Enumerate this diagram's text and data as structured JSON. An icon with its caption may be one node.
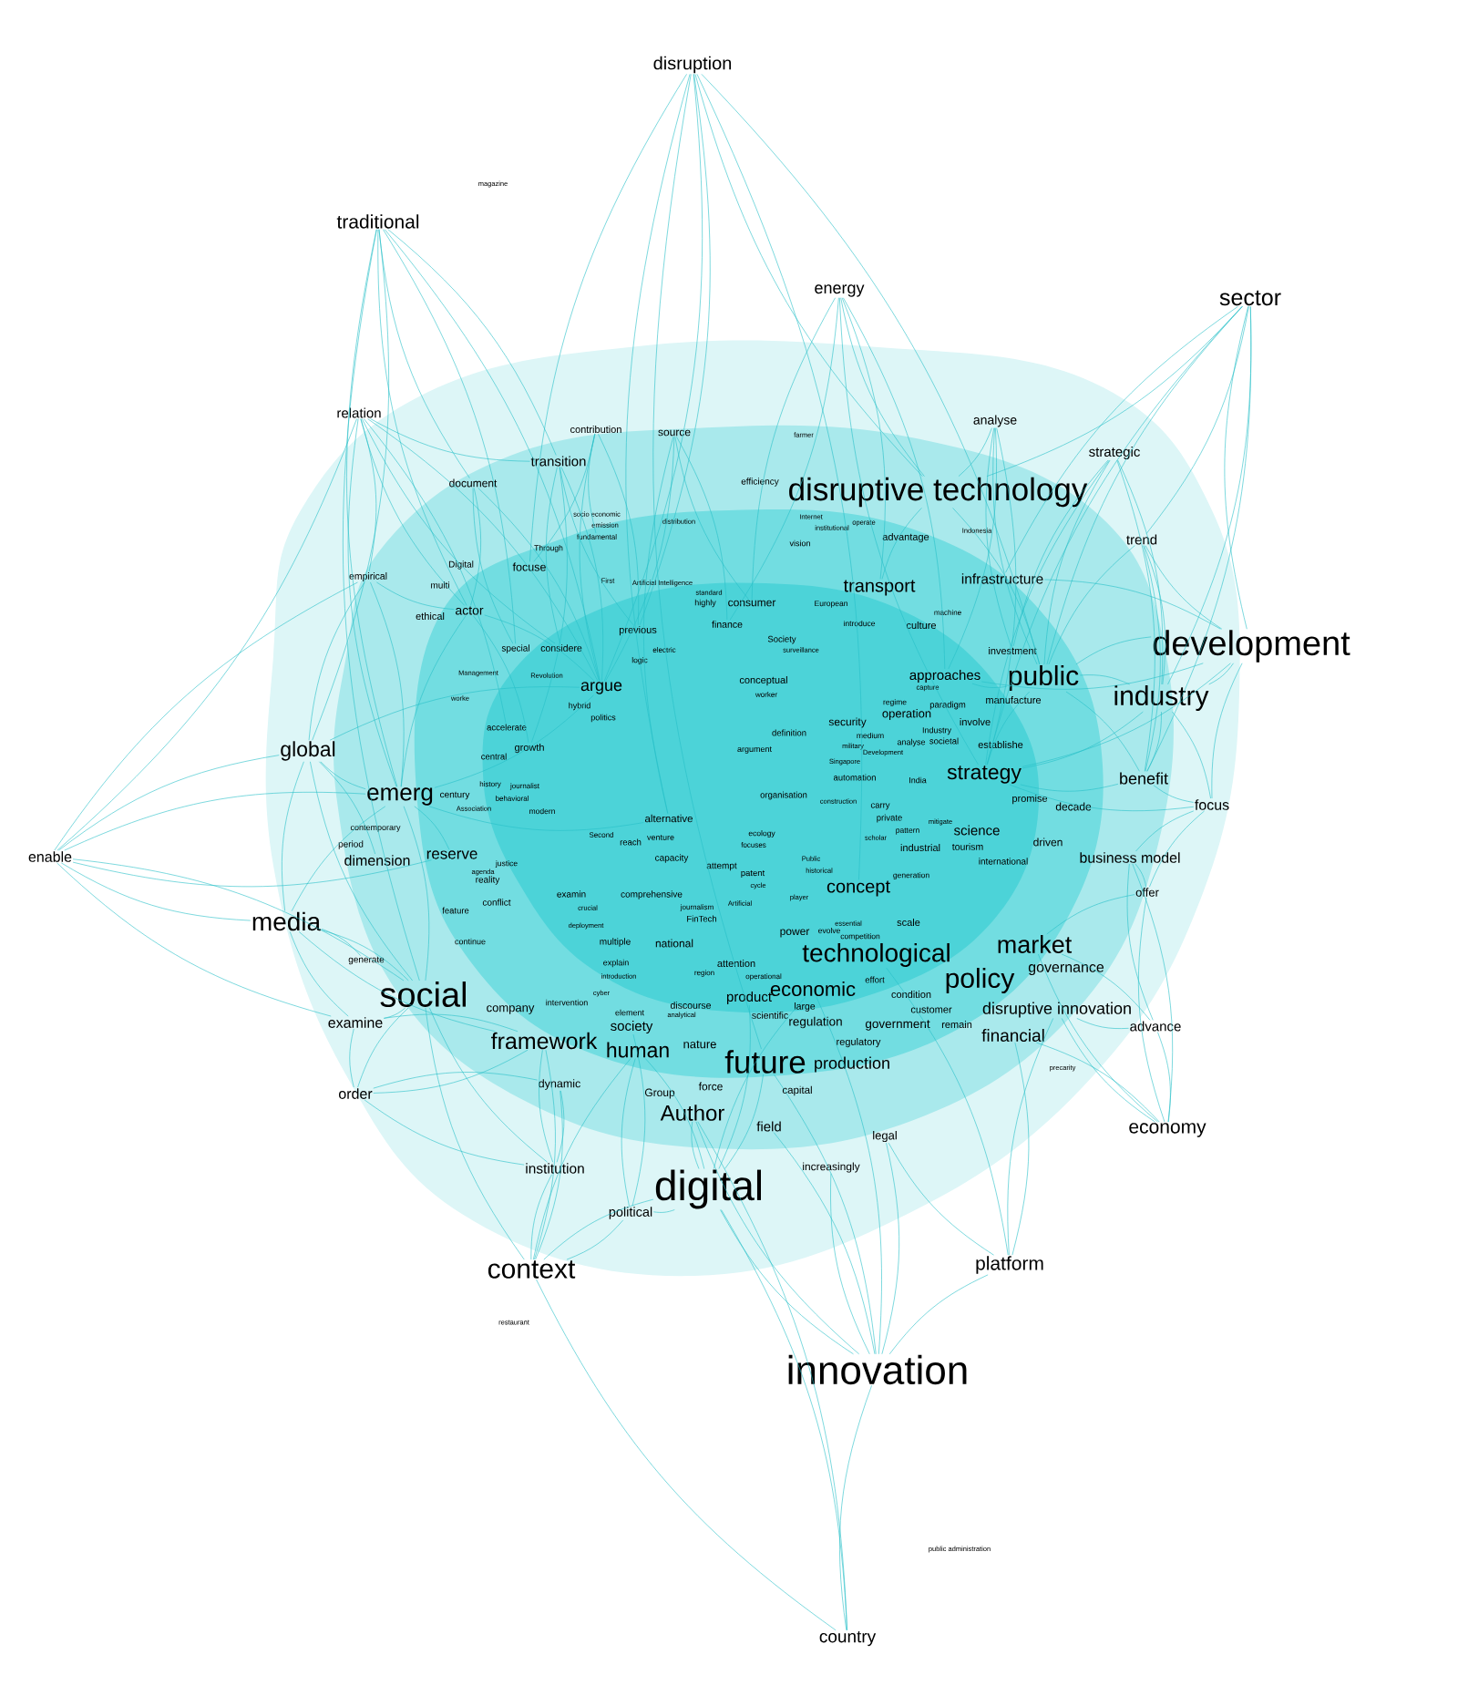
{
  "diagram": {
    "nodes": [
      {
        "text": [
          "disruption"
        ]
      },
      {
        "text": [
          "magazine"
        ]
      },
      {
        "text": [
          "traditional"
        ]
      },
      {
        "text": [
          "energy"
        ]
      },
      {
        "text": [
          "sector"
        ]
      },
      {
        "text": [
          "relation"
        ]
      },
      {
        "text": [
          "analyse"
        ]
      },
      {
        "text": [
          "contribution"
        ]
      },
      {
        "text": [
          "source"
        ]
      },
      {
        "text": [
          "farmer"
        ]
      },
      {
        "text": [
          "strategic"
        ]
      },
      {
        "text": [
          "transition"
        ]
      },
      {
        "text": [
          "efficiency"
        ]
      },
      {
        "text": [
          "document"
        ]
      },
      {
        "text": [
          "disruptive technology"
        ]
      },
      {
        "text": [
          "Internet"
        ]
      },
      {
        "text": [
          "operate"
        ]
      },
      {
        "text": [
          "institutional"
        ]
      },
      {
        "text": [
          "socio economic"
        ]
      },
      {
        "text": [
          "distribution"
        ]
      },
      {
        "text": [
          "emission"
        ]
      },
      {
        "text": [
          "Indonesia"
        ]
      },
      {
        "text": [
          "fundamental"
        ]
      },
      {
        "text": [
          "advantage"
        ]
      },
      {
        "text": [
          "trend"
        ]
      },
      {
        "text": [
          "vision"
        ]
      },
      {
        "text": [
          "Through"
        ]
      },
      {
        "text": [
          "Digital"
        ]
      },
      {
        "text": [
          "focuse"
        ]
      },
      {
        "text": [
          "empirical"
        ]
      },
      {
        "text": [
          "infrastructure"
        ]
      },
      {
        "text": [
          "First"
        ]
      },
      {
        "text": [
          "Artificial Intelligence"
        ]
      },
      {
        "text": [
          "multi"
        ]
      },
      {
        "text": [
          "transport"
        ]
      },
      {
        "text": [
          "standard"
        ]
      },
      {
        "text": [
          "European"
        ]
      },
      {
        "text": [
          "highly"
        ]
      },
      {
        "text": [
          "consumer"
        ]
      },
      {
        "text": [
          "actor"
        ]
      },
      {
        "text": [
          "ethical"
        ]
      },
      {
        "text": [
          "machine"
        ]
      },
      {
        "text": [
          "introduce"
        ]
      },
      {
        "text": [
          "culture"
        ]
      },
      {
        "text": [
          "finance"
        ]
      },
      {
        "text": [
          "previous"
        ]
      },
      {
        "text": [
          "Society"
        ]
      },
      {
        "text": [
          "development"
        ]
      },
      {
        "text": [
          "considere"
        ]
      },
      {
        "text": [
          "special"
        ]
      },
      {
        "text": [
          "surveillance"
        ]
      },
      {
        "text": [
          "electric"
        ]
      },
      {
        "text": [
          "investment"
        ]
      },
      {
        "text": [
          "logic"
        ]
      },
      {
        "text": [
          "Management"
        ]
      },
      {
        "text": [
          "Revolution"
        ]
      },
      {
        "text": [
          "approaches"
        ]
      },
      {
        "text": [
          "public"
        ]
      },
      {
        "text": [
          "conceptual"
        ]
      },
      {
        "text": [
          "capture"
        ]
      },
      {
        "text": [
          "argue"
        ]
      },
      {
        "text": [
          "worker"
        ]
      },
      {
        "text": [
          "worke"
        ]
      },
      {
        "text": [
          "industry"
        ]
      },
      {
        "text": [
          "manufacture"
        ]
      },
      {
        "text": [
          "regime"
        ]
      },
      {
        "text": [
          "paradigm"
        ]
      },
      {
        "text": [
          "hybrid"
        ]
      },
      {
        "text": [
          "politics"
        ]
      },
      {
        "text": [
          "operation"
        ]
      },
      {
        "text": [
          "security"
        ]
      },
      {
        "text": [
          "involve"
        ]
      },
      {
        "text": [
          "Industry"
        ]
      },
      {
        "text": [
          "accelerate"
        ]
      },
      {
        "text": [
          "definition"
        ]
      },
      {
        "text": [
          "medium"
        ]
      },
      {
        "text": [
          "analyse"
        ]
      },
      {
        "text": [
          "societal"
        ]
      },
      {
        "text": [
          "establishe"
        ]
      },
      {
        "text": [
          "military"
        ]
      },
      {
        "text": [
          "growth"
        ]
      },
      {
        "text": [
          "argument"
        ]
      },
      {
        "text": [
          "Development"
        ]
      },
      {
        "text": [
          "global"
        ]
      },
      {
        "text": [
          "central"
        ]
      },
      {
        "text": [
          "Singapore"
        ]
      },
      {
        "text": [
          "strategy"
        ]
      },
      {
        "text": [
          "automation"
        ]
      },
      {
        "text": [
          "benefit"
        ]
      },
      {
        "text": [
          "India"
        ]
      },
      {
        "text": [
          "history"
        ]
      },
      {
        "text": [
          "journalist"
        ]
      },
      {
        "text": [
          "century"
        ]
      },
      {
        "text": [
          "organisation"
        ]
      },
      {
        "text": [
          "emerg"
        ]
      },
      {
        "text": [
          "behavioral"
        ]
      },
      {
        "text": [
          "promise"
        ]
      },
      {
        "text": [
          "construction"
        ]
      },
      {
        "text": [
          "focus"
        ]
      },
      {
        "text": [
          "decade"
        ]
      },
      {
        "text": [
          "Association"
        ]
      },
      {
        "text": [
          "carry"
        ]
      },
      {
        "text": [
          "modern"
        ]
      },
      {
        "text": [
          "private"
        ]
      },
      {
        "text": [
          "alternative"
        ]
      },
      {
        "text": [
          "contemporary"
        ]
      },
      {
        "text": [
          "pattern"
        ]
      },
      {
        "text": [
          "mitigate"
        ]
      },
      {
        "text": [
          "science"
        ]
      },
      {
        "text": [
          "ecology"
        ]
      },
      {
        "text": [
          "Second"
        ]
      },
      {
        "text": [
          "scholar"
        ]
      },
      {
        "text": [
          "venture"
        ]
      },
      {
        "text": [
          "reach"
        ]
      },
      {
        "text": [
          "industrial"
        ]
      },
      {
        "text": [
          "tourism"
        ]
      },
      {
        "text": [
          "focuses"
        ]
      },
      {
        "text": [
          "driven"
        ]
      },
      {
        "text": [
          "period"
        ]
      },
      {
        "text": [
          "business model"
        ]
      },
      {
        "text": [
          "reserve"
        ]
      },
      {
        "text": [
          "Public"
        ]
      },
      {
        "text": [
          "capacity"
        ]
      },
      {
        "text": [
          "enable"
        ]
      },
      {
        "text": [
          "dimension"
        ]
      },
      {
        "text": [
          "international"
        ]
      },
      {
        "text": [
          "justice"
        ]
      },
      {
        "text": [
          "attempt"
        ]
      },
      {
        "text": [
          "agenda"
        ]
      },
      {
        "text": [
          "historical"
        ]
      },
      {
        "text": [
          "patent"
        ]
      },
      {
        "text": [
          "reality"
        ]
      },
      {
        "text": [
          "generation"
        ]
      },
      {
        "text": [
          "cycle"
        ]
      },
      {
        "text": [
          "concept"
        ]
      },
      {
        "text": [
          "offer"
        ]
      },
      {
        "text": [
          "examin"
        ]
      },
      {
        "text": [
          "comprehensive"
        ]
      },
      {
        "text": [
          "player"
        ]
      },
      {
        "text": [
          "journalism"
        ]
      },
      {
        "text": [
          "Artificial"
        ]
      },
      {
        "text": [
          "conflict"
        ]
      },
      {
        "text": [
          "crucial"
        ]
      },
      {
        "text": [
          "feature"
        ]
      },
      {
        "text": [
          "FinTech"
        ]
      },
      {
        "text": [
          "media"
        ]
      },
      {
        "text": [
          "scale"
        ]
      },
      {
        "text": [
          "essential"
        ]
      },
      {
        "text": [
          "deployment"
        ]
      },
      {
        "text": [
          "evolve"
        ]
      },
      {
        "text": [
          "power"
        ]
      },
      {
        "text": [
          "competition"
        ]
      },
      {
        "text": [
          "continue"
        ]
      },
      {
        "text": [
          "multiple"
        ]
      },
      {
        "text": [
          "national"
        ]
      },
      {
        "text": [
          "market"
        ]
      },
      {
        "text": [
          "technological"
        ]
      },
      {
        "text": [
          "governance"
        ]
      },
      {
        "text": [
          "policy"
        ]
      },
      {
        "text": [
          "effort"
        ]
      },
      {
        "text": [
          "explain"
        ]
      },
      {
        "text": [
          "attention"
        ]
      },
      {
        "text": [
          "region"
        ]
      },
      {
        "text": [
          "operational"
        ]
      },
      {
        "text": [
          "introduction"
        ]
      },
      {
        "text": [
          "economic"
        ]
      },
      {
        "text": [
          "condition"
        ]
      },
      {
        "text": [
          "social"
        ]
      },
      {
        "text": [
          "product"
        ]
      },
      {
        "text": [
          "cyber"
        ]
      },
      {
        "text": [
          "intervention"
        ]
      },
      {
        "text": [
          "discourse"
        ]
      },
      {
        "text": [
          "disruptive innovation"
        ]
      },
      {
        "text": [
          "large"
        ]
      },
      {
        "text": [
          "company"
        ]
      },
      {
        "text": [
          "element"
        ]
      },
      {
        "text": [
          "analytical"
        ]
      },
      {
        "text": [
          "advance"
        ]
      },
      {
        "text": [
          "customer"
        ]
      },
      {
        "text": [
          "scientific"
        ]
      },
      {
        "text": [
          "examine"
        ]
      },
      {
        "text": [
          "regulation"
        ]
      },
      {
        "text": [
          "government"
        ]
      },
      {
        "text": [
          "remain"
        ]
      },
      {
        "text": [
          "society"
        ]
      },
      {
        "text": [
          "financial"
        ]
      },
      {
        "text": [
          "framework"
        ]
      },
      {
        "text": [
          "human"
        ]
      },
      {
        "text": [
          "nature"
        ]
      },
      {
        "text": [
          "regulatory"
        ]
      },
      {
        "text": [
          "production"
        ]
      },
      {
        "text": [
          "future"
        ]
      },
      {
        "text": [
          "precarity"
        ]
      },
      {
        "text": [
          "force"
        ]
      },
      {
        "text": [
          "dynamic"
        ]
      },
      {
        "text": [
          "capital"
        ]
      },
      {
        "text": [
          "order"
        ]
      },
      {
        "text": [
          "Group"
        ]
      },
      {
        "text": [
          "Author"
        ]
      },
      {
        "text": [
          "field"
        ]
      },
      {
        "text": [
          "economy"
        ]
      },
      {
        "text": [
          "legal"
        ]
      },
      {
        "text": [
          "increasingly"
        ]
      },
      {
        "text": [
          "institution"
        ]
      },
      {
        "text": [
          "digital"
        ]
      },
      {
        "text": [
          "political"
        ]
      },
      {
        "text": [
          "platform"
        ]
      },
      {
        "text": [
          "context"
        ]
      },
      {
        "text": [
          "restaurant"
        ]
      },
      {
        "text": [
          "innovation"
        ]
      },
      {
        "text": [
          "public administration"
        ]
      },
      {
        "text": [
          "country"
        ]
      },
      {
        "text": [
          "generate"
        ]
      }
    ],
    "edges": [
      {
        "from": 0,
        "to": 14,
        "arrow": "none"
      },
      {
        "from": 0,
        "to": 60,
        "arrow": "none"
      },
      {
        "from": 0,
        "to": 104,
        "arrow": "none"
      },
      {
        "from": 0,
        "to": 134,
        "arrow": "none"
      },
      {
        "from": 0,
        "to": 191,
        "arrow": "none"
      },
      {
        "from": 0,
        "to": 57,
        "arrow": "none"
      },
      {
        "from": 0,
        "to": 28,
        "arrow": "none"
      },
      {
        "from": 0,
        "to": 45,
        "arrow": "none"
      },
      {
        "from": 2,
        "to": 39,
        "arrow": "none"
      },
      {
        "from": 2,
        "to": 60,
        "arrow": "none"
      },
      {
        "from": 2,
        "to": 94,
        "arrow": "none"
      },
      {
        "from": 2,
        "to": 83,
        "arrow": "none"
      },
      {
        "from": 2,
        "to": 167,
        "arrow": "none"
      },
      {
        "from": 2,
        "to": 11,
        "arrow": "none"
      },
      {
        "from": 2,
        "to": 13,
        "arrow": "none"
      },
      {
        "from": 2,
        "to": 49,
        "arrow": "none"
      },
      {
        "from": 3,
        "to": 14,
        "arrow": "none"
      },
      {
        "from": 3,
        "to": 34,
        "arrow": "none"
      },
      {
        "from": 3,
        "to": 38,
        "arrow": "none"
      },
      {
        "from": 3,
        "to": 56,
        "arrow": "none"
      },
      {
        "from": 3,
        "to": 86,
        "arrow": "none"
      },
      {
        "from": 3,
        "to": 44,
        "arrow": "none"
      },
      {
        "from": 4,
        "to": 47,
        "arrow": "none"
      },
      {
        "from": 4,
        "to": 63,
        "arrow": "none"
      },
      {
        "from": 4,
        "to": 57,
        "arrow": "none"
      },
      {
        "from": 4,
        "to": 14,
        "arrow": "none"
      },
      {
        "from": 4,
        "to": 30,
        "arrow": "none"
      },
      {
        "from": 4,
        "to": 88,
        "arrow": "none"
      },
      {
        "from": 4,
        "to": 86,
        "arrow": "none"
      },
      {
        "from": 4,
        "to": 24,
        "arrow": "none"
      },
      {
        "from": 5,
        "to": 39,
        "arrow": "none"
      },
      {
        "from": 5,
        "to": 60,
        "arrow": "none"
      },
      {
        "from": 5,
        "to": 94,
        "arrow": "none"
      },
      {
        "from": 5,
        "to": 29,
        "arrow": "none"
      },
      {
        "from": 5,
        "to": 48,
        "arrow": "none"
      },
      {
        "from": 5,
        "to": 73,
        "arrow": "none"
      },
      {
        "from": 5,
        "to": 11,
        "arrow": "none"
      },
      {
        "from": 7,
        "to": 45,
        "arrow": "none"
      },
      {
        "from": 7,
        "to": 60,
        "arrow": "none"
      },
      {
        "from": 7,
        "to": 28,
        "arrow": "none"
      },
      {
        "from": 7,
        "to": 22,
        "arrow": "none"
      },
      {
        "from": 8,
        "to": 60,
        "arrow": "none"
      },
      {
        "from": 8,
        "to": 38,
        "arrow": "none"
      },
      {
        "from": 8,
        "to": 44,
        "arrow": "none"
      },
      {
        "from": 8,
        "to": 104,
        "arrow": "none"
      },
      {
        "from": 6,
        "to": 56,
        "arrow": "none"
      },
      {
        "from": 6,
        "to": 57,
        "arrow": "none"
      },
      {
        "from": 6,
        "to": 86,
        "arrow": "none"
      },
      {
        "from": 6,
        "to": 52,
        "arrow": "none"
      },
      {
        "from": 6,
        "to": 14,
        "arrow": "none"
      },
      {
        "from": 10,
        "to": 57,
        "arrow": "none"
      },
      {
        "from": 10,
        "to": 63,
        "arrow": "none"
      },
      {
        "from": 10,
        "to": 86,
        "arrow": "none"
      },
      {
        "from": 10,
        "to": 88,
        "arrow": "none"
      },
      {
        "from": 10,
        "to": 52,
        "arrow": "none"
      },
      {
        "from": 11,
        "to": 60,
        "arrow": "none"
      },
      {
        "from": 11,
        "to": 48,
        "arrow": "none"
      },
      {
        "from": 11,
        "to": 80,
        "arrow": "none"
      },
      {
        "from": 11,
        "to": 45,
        "arrow": "none"
      },
      {
        "from": 13,
        "to": 39,
        "arrow": "none"
      },
      {
        "from": 13,
        "to": 49,
        "arrow": "none"
      },
      {
        "from": 13,
        "to": 60,
        "arrow": "none"
      },
      {
        "from": 24,
        "to": 47,
        "arrow": "none"
      },
      {
        "from": 24,
        "to": 63,
        "arrow": "none"
      },
      {
        "from": 24,
        "to": 57,
        "arrow": "none"
      },
      {
        "from": 24,
        "to": 88,
        "arrow": "none"
      },
      {
        "from": 29,
        "to": 83,
        "arrow": "none"
      },
      {
        "from": 29,
        "to": 94,
        "arrow": "none"
      },
      {
        "from": 29,
        "to": 39,
        "arrow": "none"
      },
      {
        "from": 39,
        "to": 60,
        "arrow": "none"
      },
      {
        "from": 39,
        "to": 94,
        "arrow": "none"
      },
      {
        "from": 39,
        "to": 80,
        "arrow": "none"
      },
      {
        "from": 83,
        "to": 94,
        "arrow": "none"
      },
      {
        "from": 83,
        "to": 124,
        "arrow": "none"
      },
      {
        "from": 83,
        "to": 145,
        "arrow": "none"
      },
      {
        "from": 83,
        "to": 60,
        "arrow": "none"
      },
      {
        "from": 83,
        "to": 167,
        "arrow": "none"
      },
      {
        "from": 123,
        "to": 83,
        "arrow": "none"
      },
      {
        "from": 123,
        "to": 145,
        "arrow": "none"
      },
      {
        "from": 123,
        "to": 94,
        "arrow": "none"
      },
      {
        "from": 123,
        "to": 120,
        "arrow": "none"
      },
      {
        "from": 123,
        "to": 167,
        "arrow": "none"
      },
      {
        "from": 123,
        "to": 180,
        "arrow": "none"
      },
      {
        "from": 123,
        "to": 29,
        "arrow": "none"
      },
      {
        "from": 123,
        "to": 5,
        "arrow": "none"
      },
      {
        "from": 94,
        "to": 120,
        "arrow": "none"
      },
      {
        "from": 94,
        "to": 60,
        "arrow": "none"
      },
      {
        "from": 94,
        "to": 167,
        "arrow": "none"
      },
      {
        "from": 94,
        "to": 104,
        "arrow": "none"
      },
      {
        "from": 145,
        "to": 167,
        "arrow": "none"
      },
      {
        "from": 145,
        "to": 180,
        "arrow": "none"
      },
      {
        "from": 145,
        "to": 212,
        "arrow": "none"
      },
      {
        "from": 145,
        "to": 186,
        "arrow": "none"
      },
      {
        "from": 145,
        "to": 94,
        "arrow": "none"
      },
      {
        "from": 180,
        "to": 167,
        "arrow": "none"
      },
      {
        "from": 180,
        "to": 186,
        "arrow": "none"
      },
      {
        "from": 180,
        "to": 196,
        "arrow": "none"
      },
      {
        "from": 196,
        "to": 167,
        "arrow": "none"
      },
      {
        "from": 196,
        "to": 186,
        "arrow": "none"
      },
      {
        "from": 196,
        "to": 194,
        "arrow": "none"
      },
      {
        "from": 196,
        "to": 203,
        "arrow": "none"
      },
      {
        "from": 207,
        "to": 203,
        "arrow": "none"
      },
      {
        "from": 207,
        "to": 205,
        "arrow": "none"
      },
      {
        "from": 207,
        "to": 167,
        "arrow": "none"
      },
      {
        "from": 207,
        "to": 186,
        "arrow": "none"
      },
      {
        "from": 207,
        "to": 187,
        "arrow": "none"
      },
      {
        "from": 207,
        "to": 194,
        "arrow": "none"
      },
      {
        "from": 207,
        "to": 204,
        "arrow": "none"
      },
      {
        "from": 205,
        "to": 204,
        "arrow": "none"
      },
      {
        "from": 205,
        "to": 187,
        "arrow": "none"
      },
      {
        "from": 205,
        "to": 184,
        "arrow": "none"
      },
      {
        "from": 203,
        "to": 186,
        "arrow": "none"
      },
      {
        "from": 203,
        "to": 194,
        "arrow": "none"
      },
      {
        "from": 203,
        "to": 167,
        "arrow": "none"
      },
      {
        "from": 204,
        "to": 191,
        "arrow": "none"
      },
      {
        "from": 204,
        "to": 198,
        "arrow": "none"
      },
      {
        "from": 204,
        "to": 168,
        "arrow": "none"
      },
      {
        "from": 204,
        "to": 165,
        "arrow": "none"
      },
      {
        "from": 204,
        "to": 187,
        "arrow": "none"
      },
      {
        "from": 209,
        "to": 204,
        "arrow": "none"
      },
      {
        "from": 209,
        "to": 201,
        "arrow": "none"
      },
      {
        "from": 209,
        "to": 202,
        "arrow": "none"
      },
      {
        "from": 209,
        "to": 191,
        "arrow": "none"
      },
      {
        "from": 209,
        "to": 198,
        "arrow": "none"
      },
      {
        "from": 209,
        "to": 199,
        "arrow": "none"
      },
      {
        "from": 209,
        "to": 206,
        "arrow": "none"
      },
      {
        "from": 209,
        "to": 165,
        "arrow": "none"
      },
      {
        "from": 211,
        "to": 209,
        "arrow": "none"
      },
      {
        "from": 211,
        "to": 204,
        "arrow": "none"
      },
      {
        "from": 211,
        "to": 207,
        "arrow": "none"
      },
      {
        "from": 211,
        "to": 198,
        "arrow": "none"
      },
      {
        "from": 206,
        "to": 172,
        "arrow": "none"
      },
      {
        "from": 206,
        "to": 185,
        "arrow": "none"
      },
      {
        "from": 206,
        "to": 201,
        "arrow": "none"
      },
      {
        "from": 206,
        "to": 156,
        "arrow": "none"
      },
      {
        "from": 200,
        "to": 172,
        "arrow": "none"
      },
      {
        "from": 200,
        "to": 185,
        "arrow": "none"
      },
      {
        "from": 200,
        "to": 155,
        "arrow": "none"
      },
      {
        "from": 200,
        "to": 177,
        "arrow": "none"
      },
      {
        "from": 200,
        "to": 135,
        "arrow": "none"
      },
      {
        "from": 200,
        "to": 119,
        "arrow": "none"
      },
      {
        "from": 177,
        "to": 172,
        "arrow": "none"
      },
      {
        "from": 177,
        "to": 155,
        "arrow": "none"
      },
      {
        "from": 177,
        "to": 119,
        "arrow": "none"
      },
      {
        "from": 135,
        "to": 119,
        "arrow": "none"
      },
      {
        "from": 135,
        "to": 98,
        "arrow": "none"
      },
      {
        "from": 135,
        "to": 155,
        "arrow": "none"
      },
      {
        "from": 98,
        "to": 47,
        "arrow": "none"
      },
      {
        "from": 98,
        "to": 63,
        "arrow": "none"
      },
      {
        "from": 98,
        "to": 88,
        "arrow": "none"
      },
      {
        "from": 98,
        "to": 119,
        "arrow": "none"
      },
      {
        "from": 98,
        "to": 86,
        "arrow": "none"
      },
      {
        "from": 88,
        "to": 63,
        "arrow": "none"
      },
      {
        "from": 88,
        "to": 86,
        "arrow": "none"
      },
      {
        "from": 88,
        "to": 57,
        "arrow": "none"
      },
      {
        "from": 47,
        "to": 63,
        "arrow": "none"
      },
      {
        "from": 47,
        "to": 57,
        "arrow": "none"
      },
      {
        "from": 47,
        "to": 56,
        "arrow": "none"
      },
      {
        "from": 47,
        "to": 30,
        "arrow": "none"
      },
      {
        "from": 47,
        "to": 86,
        "arrow": "none"
      },
      {
        "from": 63,
        "to": 57,
        "arrow": "none"
      },
      {
        "from": 63,
        "to": 86,
        "arrow": "none"
      },
      {
        "from": 14,
        "to": 34,
        "arrow": "none"
      },
      {
        "from": 14,
        "to": 57,
        "arrow": "none"
      },
      {
        "from": 57,
        "to": 86,
        "arrow": "none"
      },
      {
        "from": 57,
        "to": 56,
        "arrow": "none"
      }
    ]
  }
}
